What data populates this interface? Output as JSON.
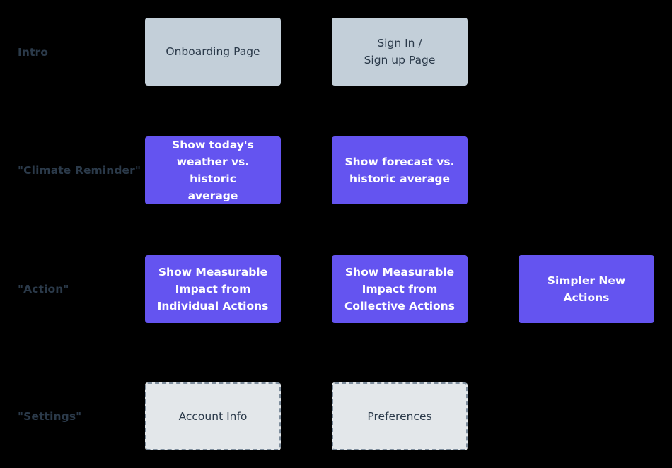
{
  "theme": {
    "background": "#000000",
    "intro_fill": "#c3cfd9",
    "feature_fill": "#6454f0",
    "settings_fill": "#e3e7ea",
    "settings_border": "#7e8d9c",
    "dark_text": "#2b3a4a",
    "light_text": "#ffffff"
  },
  "rows": [
    {
      "label": "Intro",
      "nodes": [
        {
          "label": "Onboarding Page",
          "style": "intro",
          "column": 1
        },
        {
          "label": "Sign In /\nSign up Page",
          "style": "intro",
          "column": 2
        }
      ]
    },
    {
      "label": "\"Climate Reminder\"",
      "nodes": [
        {
          "label": "Show today's\nweather vs. historic\naverage",
          "style": "feature",
          "column": 1
        },
        {
          "label": "Show forecast vs.\nhistoric average",
          "style": "feature",
          "column": 2
        }
      ]
    },
    {
      "label": "\"Action\"",
      "nodes": [
        {
          "label": "Show Measurable\nImpact from\nIndividual Actions",
          "style": "feature",
          "column": 1
        },
        {
          "label": "Show Measurable\nImpact from\nCollective Actions",
          "style": "feature",
          "column": 2
        },
        {
          "label": "Simpler New Actions",
          "style": "feature",
          "column": 3
        }
      ]
    },
    {
      "label": "\"Settings\"",
      "nodes": [
        {
          "label": "Account Info",
          "style": "settings",
          "column": 1
        },
        {
          "label": "Preferences",
          "style": "settings",
          "column": 2
        }
      ]
    }
  ]
}
